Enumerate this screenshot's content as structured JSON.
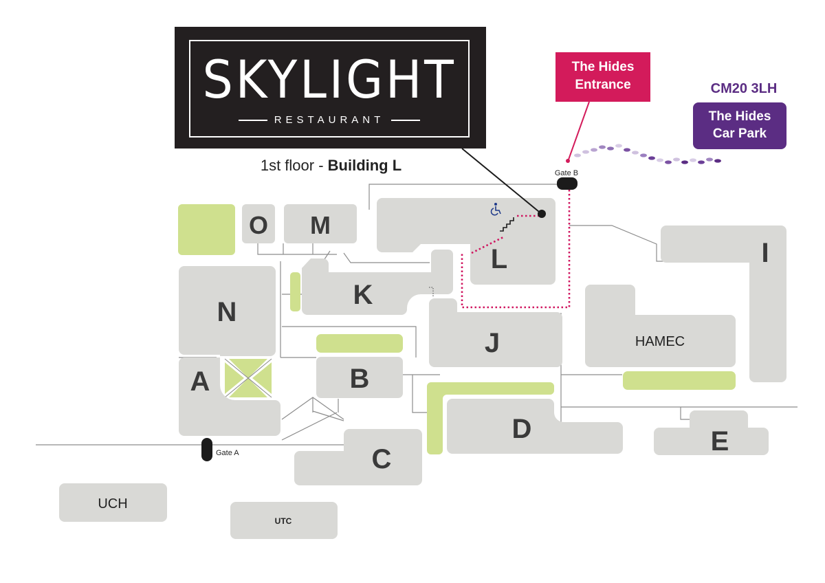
{
  "logo": {
    "title": "SKYLIGHT",
    "subtitle": "RESTAURANT"
  },
  "location": {
    "floor": "1st floor - ",
    "building": "Building L"
  },
  "entrance_label": {
    "line1": "The Hides",
    "line2": "Entrance"
  },
  "postcode": "CM20 3LH",
  "car_park_label": {
    "line1": "The Hides",
    "line2": "Car Park"
  },
  "gates": {
    "a": "Gate A",
    "b": "Gate B"
  },
  "buildings": {
    "o": "O",
    "m": "M",
    "l": "L",
    "k": "K",
    "n": "N",
    "i": "I",
    "j": "J",
    "hamec": "HAMEC",
    "a": "A",
    "b": "B",
    "d": "D",
    "c": "C",
    "e": "E",
    "uch": "UCH",
    "utc": "UTC"
  },
  "icons": {
    "accessible": "wheelchair-icon",
    "stairs": "stairs-icon",
    "footprints": "footprints-icon"
  },
  "colors": {
    "building": "#d9d9d6",
    "green_space": "#cfe08e",
    "route": "#d0155f",
    "car_park": "#5b2d83",
    "logo": "#231f20"
  }
}
